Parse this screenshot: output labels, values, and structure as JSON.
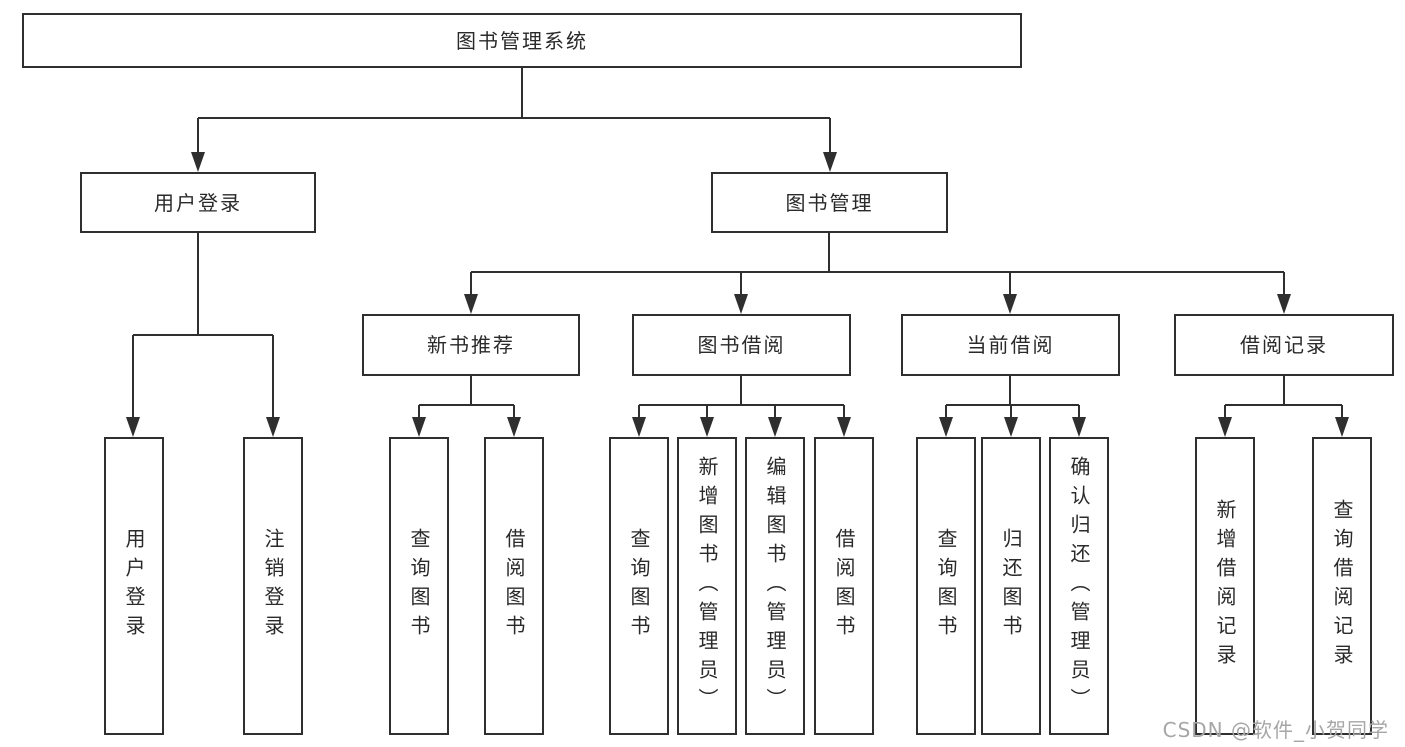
{
  "nodes": {
    "root": {
      "label": "图书管理系统"
    },
    "user_login": {
      "label": "用户登录"
    },
    "book_mgmt": {
      "label": "图书管理"
    },
    "new_book_rec": {
      "label": "新书推荐"
    },
    "book_borrow": {
      "label": "图书借阅"
    },
    "current_borrow": {
      "label": "当前借阅"
    },
    "borrow_records": {
      "label": "借阅记录"
    },
    "user_login_leaf": {
      "label": "用户登录"
    },
    "logout_leaf": {
      "label": "注销登录"
    },
    "nbr_query_books": {
      "label": "查询图书"
    },
    "nbr_borrow_books": {
      "label": "借阅图书"
    },
    "bb_query_books": {
      "label": "查询图书"
    },
    "bb_add_books": {
      "label": "新增图书（管理员）"
    },
    "bb_edit_books": {
      "label": "编辑图书（管理员）"
    },
    "bb_borrow_books": {
      "label": "借阅图书"
    },
    "cb_query_books": {
      "label": "查询图书"
    },
    "cb_return_books": {
      "label": "归还图书"
    },
    "cb_confirm_return": {
      "label": "确认归还（管理员）"
    },
    "br_add_record": {
      "label": "新增借阅记录"
    },
    "br_query_record": {
      "label": "查询借阅记录"
    }
  },
  "hierarchy": {
    "图书管理系统": {
      "用户登录": [
        "用户登录",
        "注销登录"
      ],
      "图书管理": {
        "新书推荐": [
          "查询图书",
          "借阅图书"
        ],
        "图书借阅": [
          "查询图书",
          "新增图书（管理员）",
          "编辑图书（管理员）",
          "借阅图书"
        ],
        "当前借阅": [
          "查询图书",
          "归还图书",
          "确认归还（管理员）"
        ],
        "借阅记录": [
          "新增借阅记录",
          "查询借阅记录"
        ]
      }
    }
  },
  "watermark": {
    "text": "CSDN @软件_小贺同学"
  },
  "colors": {
    "line": "#2f2f2f",
    "border": "#2f2f2f",
    "text": "#2a2a2a",
    "background": "#ffffff",
    "watermark": "#a6a6a6"
  }
}
